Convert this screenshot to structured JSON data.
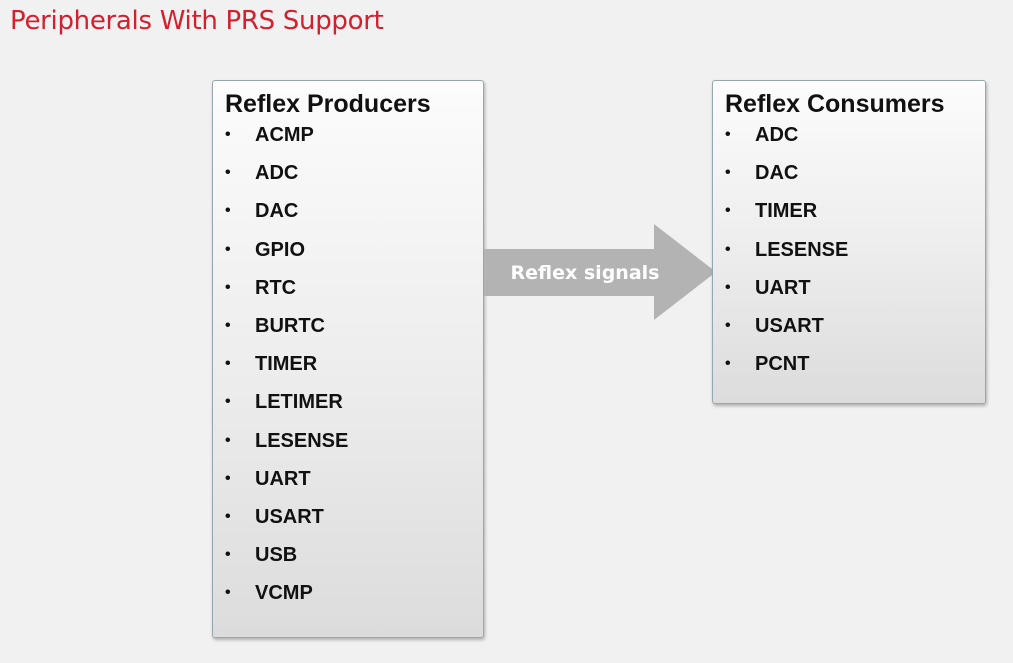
{
  "title": "Peripherals With PRS Support",
  "producers": {
    "heading": "Reflex Producers",
    "items": [
      "ACMP",
      "ADC",
      "DAC",
      "GPIO",
      "RTC",
      "BURTC",
      "TIMER",
      "LETIMER",
      "LESENSE",
      "UART",
      "USART",
      "USB",
      "VCMP"
    ]
  },
  "arrow": {
    "label": "Reflex signals"
  },
  "consumers": {
    "heading": "Reflex Consumers",
    "items": [
      "ADC",
      "DAC",
      "TIMER",
      "LESENSE",
      "UART",
      "USART",
      "PCNT"
    ]
  },
  "colors": {
    "title": "#d41f2f",
    "arrow": "#b3b3b3",
    "background": "#f1f1f1"
  }
}
